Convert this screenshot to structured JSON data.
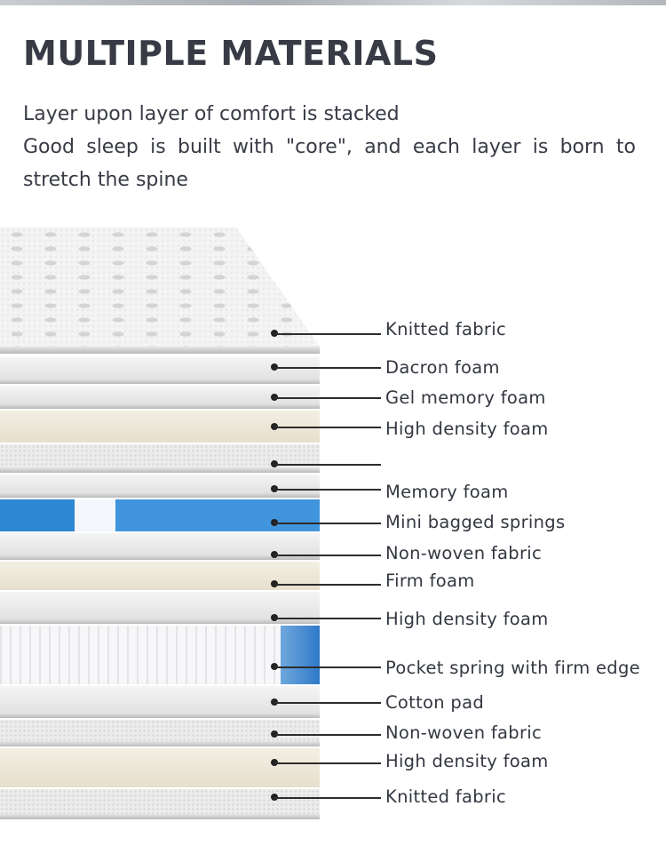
{
  "title": "MULTIPLE MATERIALS",
  "intro": {
    "line1": "Layer upon layer of comfort is stacked",
    "line2": "Good sleep is built with \"core\", and each layer is born to",
    "line3": "stretch the spine"
  },
  "layers": [
    {
      "label": "Knitted fabric"
    },
    {
      "label": "Dacron foam"
    },
    {
      "label": "Gel memory foam"
    },
    {
      "label": "High density foam"
    },
    {
      "label": ""
    },
    {
      "label": "Memory foam"
    },
    {
      "label": "Mini bagged springs"
    },
    {
      "label": "Non-woven fabric"
    },
    {
      "label": "Firm foam"
    },
    {
      "label": "High density foam"
    },
    {
      "label": "Pocket spring with firm edge"
    },
    {
      "label": "Cotton pad"
    },
    {
      "label": "Non-woven fabric"
    },
    {
      "label": "High density foam"
    },
    {
      "label": "Knitted fabric"
    }
  ]
}
